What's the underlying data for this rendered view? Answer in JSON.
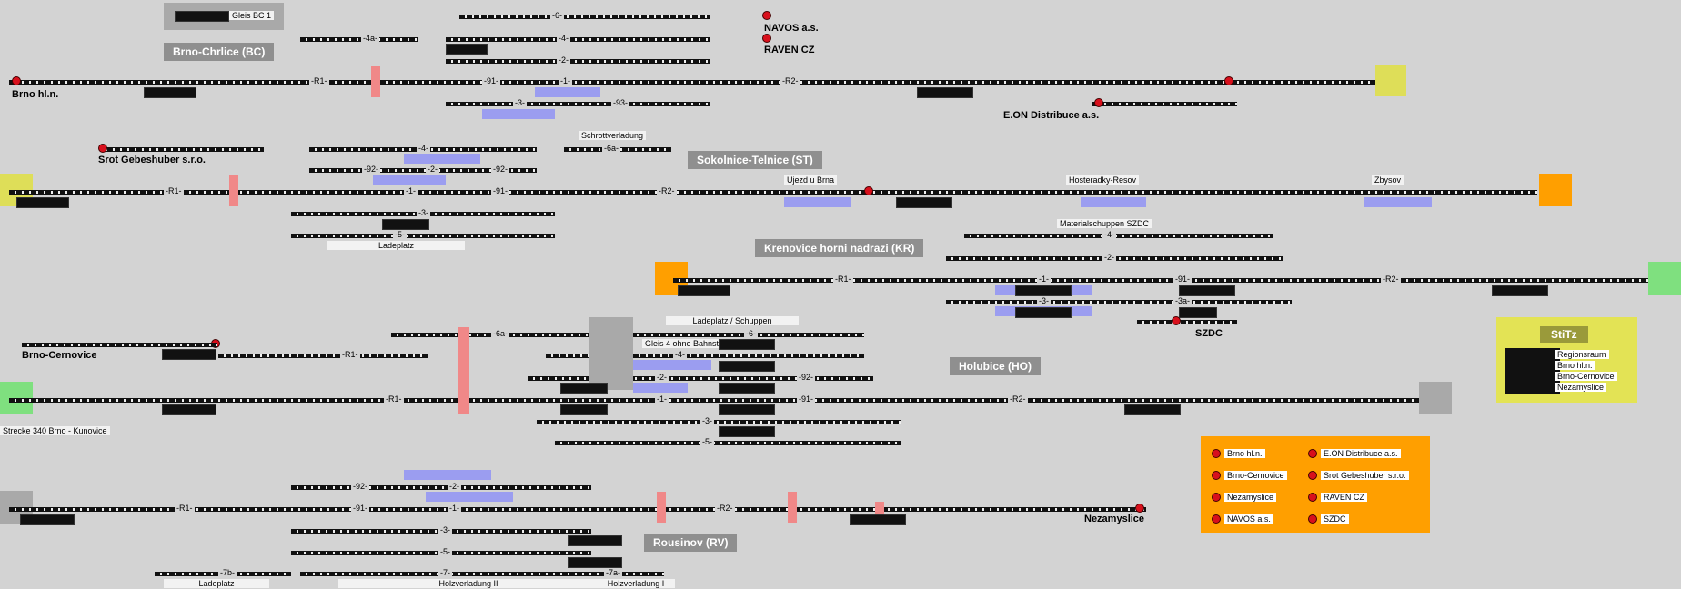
{
  "stations": {
    "bc": "Brno-Chrlice (BC)",
    "st": "Sokolnice-Telnice (ST)",
    "kr": "Krenovice horni nadrazi (KR)",
    "ho": "Holubice (HO)",
    "rv": "Rousinov (RV)"
  },
  "endpoints": {
    "brno_hl_n": "Brno hl.n.",
    "navos": "NAVOS a.s.",
    "raven": "RAVEN CZ",
    "eon": "E.ON Distribuce a.s.",
    "srot": "Srot Gebeshuber s.r.o.",
    "szdc": "SZDC",
    "brno_cernovice": "Brno-Cernovice",
    "nezamyslice": "Nezamyslice",
    "strecke": "Strecke 340 Brno - Kunovice"
  },
  "area_tags": {
    "gleis_bc1": "Gleis BC 1",
    "schrottverladung": "Schrottverladung",
    "ladeplatz_st": "Ladeplatz",
    "ujezd": "Ujezd u Brna",
    "hosterady": "Hosteradky-Resov",
    "zbysov": "Zbysov",
    "materialschuppen": "Materialschuppen SZDC",
    "ladeplatz_schuppen": "Ladeplatz / Schuppen",
    "gleis4": "Gleis 4 ohne Bahnsteig!",
    "ladeplatz_rv": "Ladeplatz",
    "holzverladung_ii": "Holzverladung II",
    "holzverladung_i": "Holzverladung I"
  },
  "track_labels": {
    "bc": [
      "-4a-",
      "-6-",
      "-4-",
      "-2-",
      "-91-",
      "-1-",
      "-3-",
      "-93-",
      "-R1-",
      "-R2-"
    ],
    "st": [
      "-4-",
      "-92-",
      "-2-",
      "-92-",
      "-1-",
      "-91-",
      "-3-",
      "-5-",
      "-6a-",
      "-R1-",
      "-R2-"
    ],
    "kr": [
      "-4-",
      "-2-",
      "-1-",
      "-91-",
      "-3-",
      "-3a-",
      "-R1-",
      "-R2-"
    ],
    "ho": [
      "-6a-",
      "-6-",
      "-4-",
      "-2-",
      "-92-",
      "-1-",
      "-91-",
      "-3-",
      "-5-",
      "-R1-",
      "-R2-"
    ],
    "rv": [
      "-92-",
      "-2-",
      "-91-",
      "-1-",
      "-3-",
      "-5-",
      "-7-",
      "-7a-",
      "-7b-",
      "-R1-",
      "-R2-"
    ]
  },
  "legend": {
    "items": [
      "Brno hl.n.",
      "E.ON Distribuce a.s.",
      "Brno-Cernovice",
      "Srot Gebeshuber s.r.o.",
      "Nezamyslice",
      "RAVEN CZ",
      "NAVOS a.s.",
      "SZDC"
    ],
    "bg_color": "#ff9f00"
  },
  "stitz": {
    "title": "StiTz",
    "items": [
      "Regionsraum",
      "Brno hl.n.",
      "Brno-Cernovice",
      "Nezamyslice"
    ]
  },
  "colors": {
    "background": "#d3d3d3",
    "signal_red": "#d8101c",
    "occupied_blue": "#9b9df0",
    "route_red": "#f08888",
    "station_box": "#8f8f8f",
    "end_yellow": "#dede58",
    "end_orange": "#ff9f00",
    "end_green": "#7fe07f",
    "end_grey": "#a9a9a9"
  }
}
